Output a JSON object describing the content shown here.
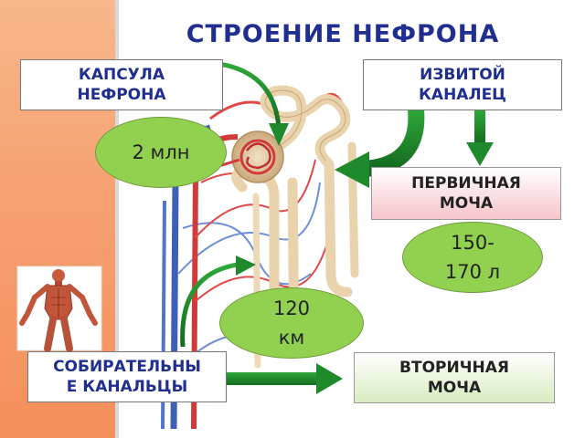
{
  "title": "СТРОЕНИЕ НЕФРОНА",
  "labels": {
    "capsule": "КАПСУЛА\nНЕФРОНА",
    "tubule": "ИЗВИТОЙ\nКАНАЛЕЦ",
    "primary_urine": "ПЕРВИЧНАЯ\nМОЧА",
    "collecting_ducts": "СОБИРАТЕЛЬНЫ\nЕ КАНАЛЬЦЫ",
    "secondary_urine": "ВТОРИЧНАЯ\nМОЧА"
  },
  "figures": {
    "nephron_count": "2 млн",
    "primary_volume": "150-\n170 л",
    "tubule_length": "120\nкм"
  },
  "colors": {
    "title": "#1f2e8f",
    "arrow": "#1f8a2c",
    "bubble": "#92d050",
    "side_band": "#f6a070"
  },
  "icons": {
    "illustration": "nephron-illustration",
    "figure": "human-muscle-figure"
  }
}
